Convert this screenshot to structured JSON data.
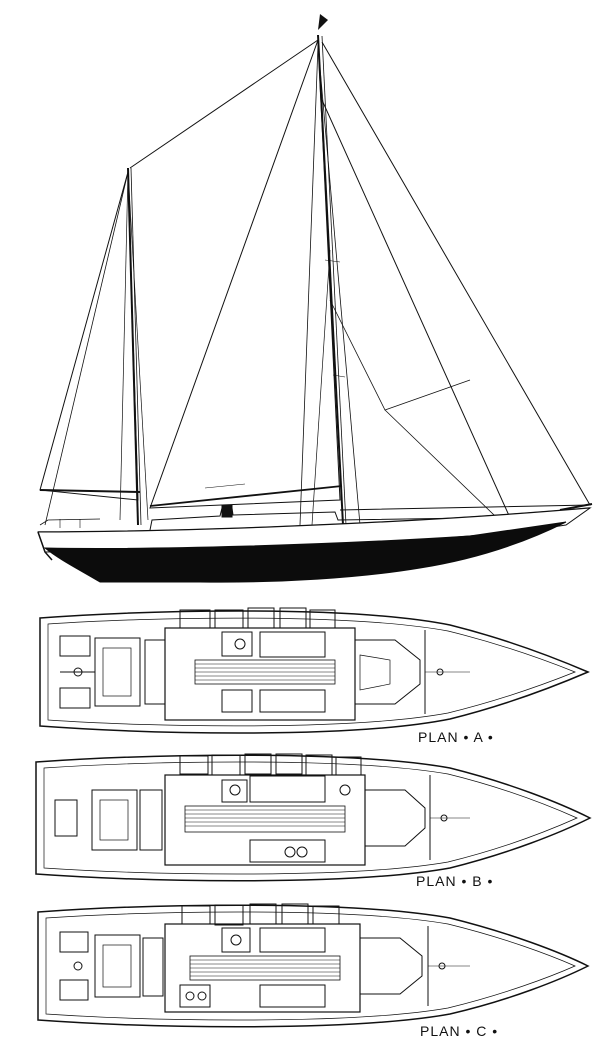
{
  "plans": [
    {
      "label": "PLAN • A •"
    },
    {
      "label": "PLAN • B •"
    },
    {
      "label": "PLAN • C •"
    }
  ],
  "colors": {
    "ink": "#111111",
    "hull": "#0c0c0c",
    "paper": "#ffffff"
  }
}
